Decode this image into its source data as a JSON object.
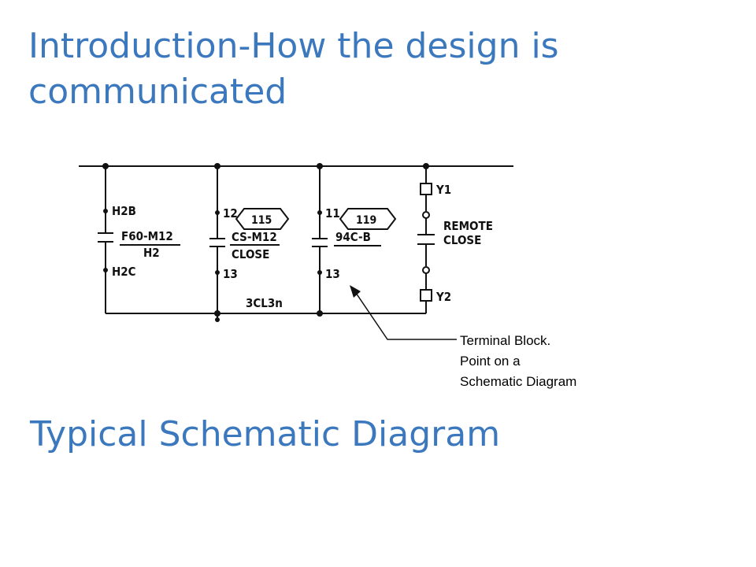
{
  "slide": {
    "title": "Introduction-How the design is communicated",
    "caption": "Typical Schematic Diagram"
  },
  "schematic": {
    "branch1": {
      "top_label": "H2B",
      "device": "F60-M12",
      "device_sub": "H2",
      "bottom_label": "H2C"
    },
    "branch2": {
      "top_terminal": "12",
      "tag": "115",
      "device": "CS-M12",
      "device_sub": "CLOSE",
      "bottom_terminal": "13",
      "wire_label": "3CL3n"
    },
    "branch3": {
      "top_terminal": "11",
      "tag": "119",
      "device": "94C-B",
      "bottom_terminal": "13"
    },
    "branch4": {
      "top_label": "Y1",
      "contact_label_1": "REMOTE",
      "contact_label_2": "CLOSE",
      "bottom_label": "Y2"
    }
  },
  "annotation": {
    "line1": "Terminal Block.",
    "line2": "Point on a",
    "line3": "Schematic Diagram"
  },
  "colors": {
    "title": "#3c78be",
    "ink": "#111111"
  }
}
